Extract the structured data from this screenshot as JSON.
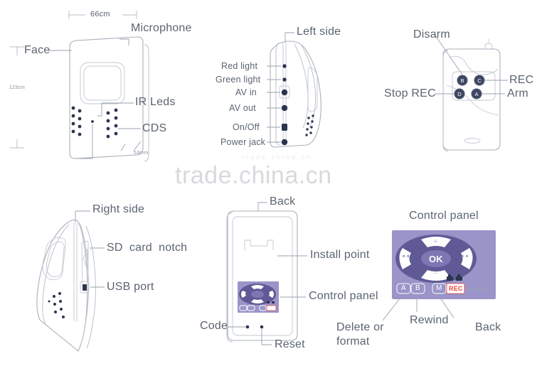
{
  "watermark": {
    "text": "trade.china.cn",
    "faint_text": "trade.china.cn"
  },
  "colors": {
    "line": "#a9b0ba",
    "label_text": "#5b6470",
    "panel_background": "#9a94c8",
    "panel_dial": "#5f5a96",
    "panel_petal": "#ffffff",
    "rec_red": "#e8453c",
    "remote_button": "#3d4663",
    "dot": "#2b3550",
    "page_background": "#ffffff"
  },
  "panels": {
    "face": {
      "title": "Face",
      "dimensions": {
        "width": "66cm",
        "height": "123cm",
        "thickness": "53mm"
      },
      "callouts": {
        "face": "Face",
        "microphone": "Microphone",
        "ir_leds": "IR Leds",
        "cds": "CDS"
      }
    },
    "left_side": {
      "title": "Left side",
      "ports": [
        "Red light",
        "Green light",
        "AV in",
        "AV out",
        "On/Off",
        "Power jack"
      ]
    },
    "remote": {
      "title_top": "Disarm",
      "callouts": {
        "disarm": "Disarm",
        "rec": "REC",
        "stop_rec": "Stop REC",
        "arm": "Arm"
      },
      "buttons": [
        {
          "label": "B",
          "function": "Disarm"
        },
        {
          "label": "C",
          "function": "REC"
        },
        {
          "label": "D",
          "function": "Stop REC"
        },
        {
          "label": "A",
          "function": "Arm"
        }
      ]
    },
    "right_side": {
      "title": "Right side",
      "callouts": {
        "sd_card_notch": "SD  card  notch",
        "usb_port": "USB port"
      }
    },
    "back": {
      "title": "Back",
      "callouts": {
        "install_point": "Install point",
        "control_panel": "Control panel",
        "code": "Code",
        "reset": "Reset"
      }
    },
    "control_panel": {
      "title": "Control panel",
      "dpad": {
        "up": "+",
        "down": "−",
        "left": "◄◄",
        "right": "►►",
        "center": "OK"
      },
      "buttons": [
        {
          "label": "A",
          "function": "Delete or format"
        },
        {
          "label": "B",
          "function": "Rewind"
        },
        {
          "label": "M",
          "function": "Back"
        },
        {
          "label": "REC",
          "function": "Record"
        }
      ],
      "callouts": {
        "delete_or_format": "Delete or\nformat",
        "rewind": "Rewind",
        "back": "Back"
      }
    }
  }
}
